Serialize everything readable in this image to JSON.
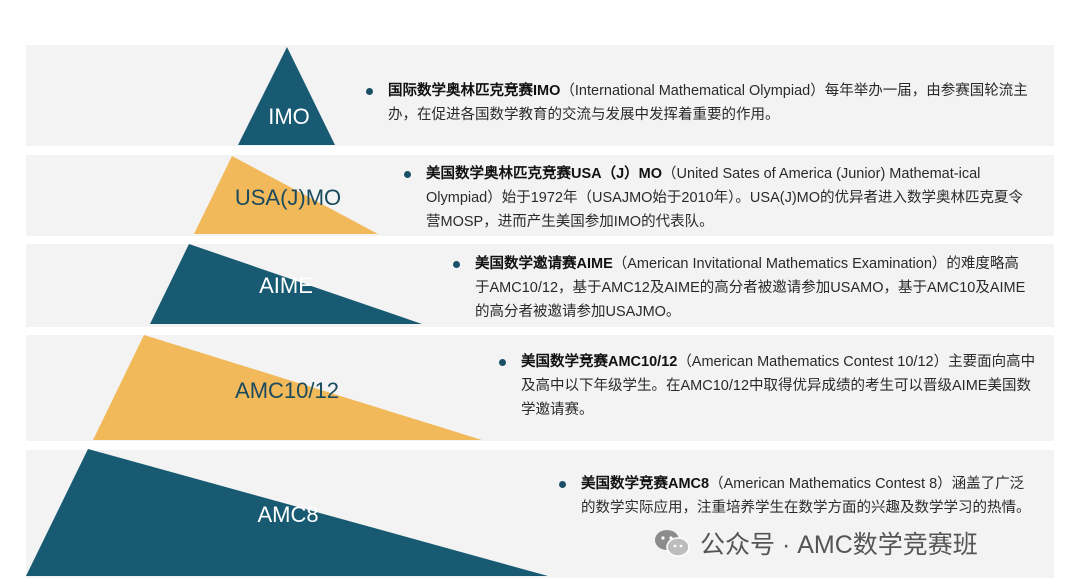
{
  "colors": {
    "teal": "#175a72",
    "gold": "#f2b95a",
    "band": "#f3f3f3"
  },
  "tiers": [
    {
      "label": "IMO",
      "color": "teal",
      "title": "国际数学奥林匹克竞赛IMO",
      "body": "（International Mathematical Olympiad）每年举办一届，由参赛国轮流主办，在促进各国数学教育的交流与发展中发挥着重要的作用。"
    },
    {
      "label": "USA(J)MO",
      "color": "gold",
      "title": "美国数学奥林匹克竞赛USA（J）MO",
      "body": "（United Sates of America (Junior) Mathemat-ical Olympiad）始于1972年（USAJMO始于2010年）。USA(J)MO的优异者进入数学奥林匹克夏令营MOSP，进而产生美国参加IMO的代表队。"
    },
    {
      "label": "AIME",
      "color": "teal",
      "title": "美国数学邀请赛AIME",
      "body": "（American Invitational Mathematics Examination）的难度略高于AMC10/12，基于AMC12及AIME的高分者被邀请参加USAMO，基于AMC10及AIME的高分者被邀请参加USAJMO。"
    },
    {
      "label": "AMC10/12",
      "color": "gold",
      "title": "美国数学竞赛AMC10/12",
      "body": "（American Mathematics Contest 10/12）主要面向高中及高中以下年级学生。在AMC10/12中取得优异成绩的考生可以晋级AIME美国数学邀请赛。"
    },
    {
      "label": "AMC8",
      "color": "teal",
      "title": "美国数学竞赛AMC8",
      "body": "（American Mathematics Contest 8）涵盖了广泛的数学实际应用，注重培养学生在数学方面的兴趣及数学学习的热情。"
    }
  ],
  "watermark": {
    "text": "公众号 · AMC数学竞赛班",
    "icon": "wechat-icon"
  }
}
